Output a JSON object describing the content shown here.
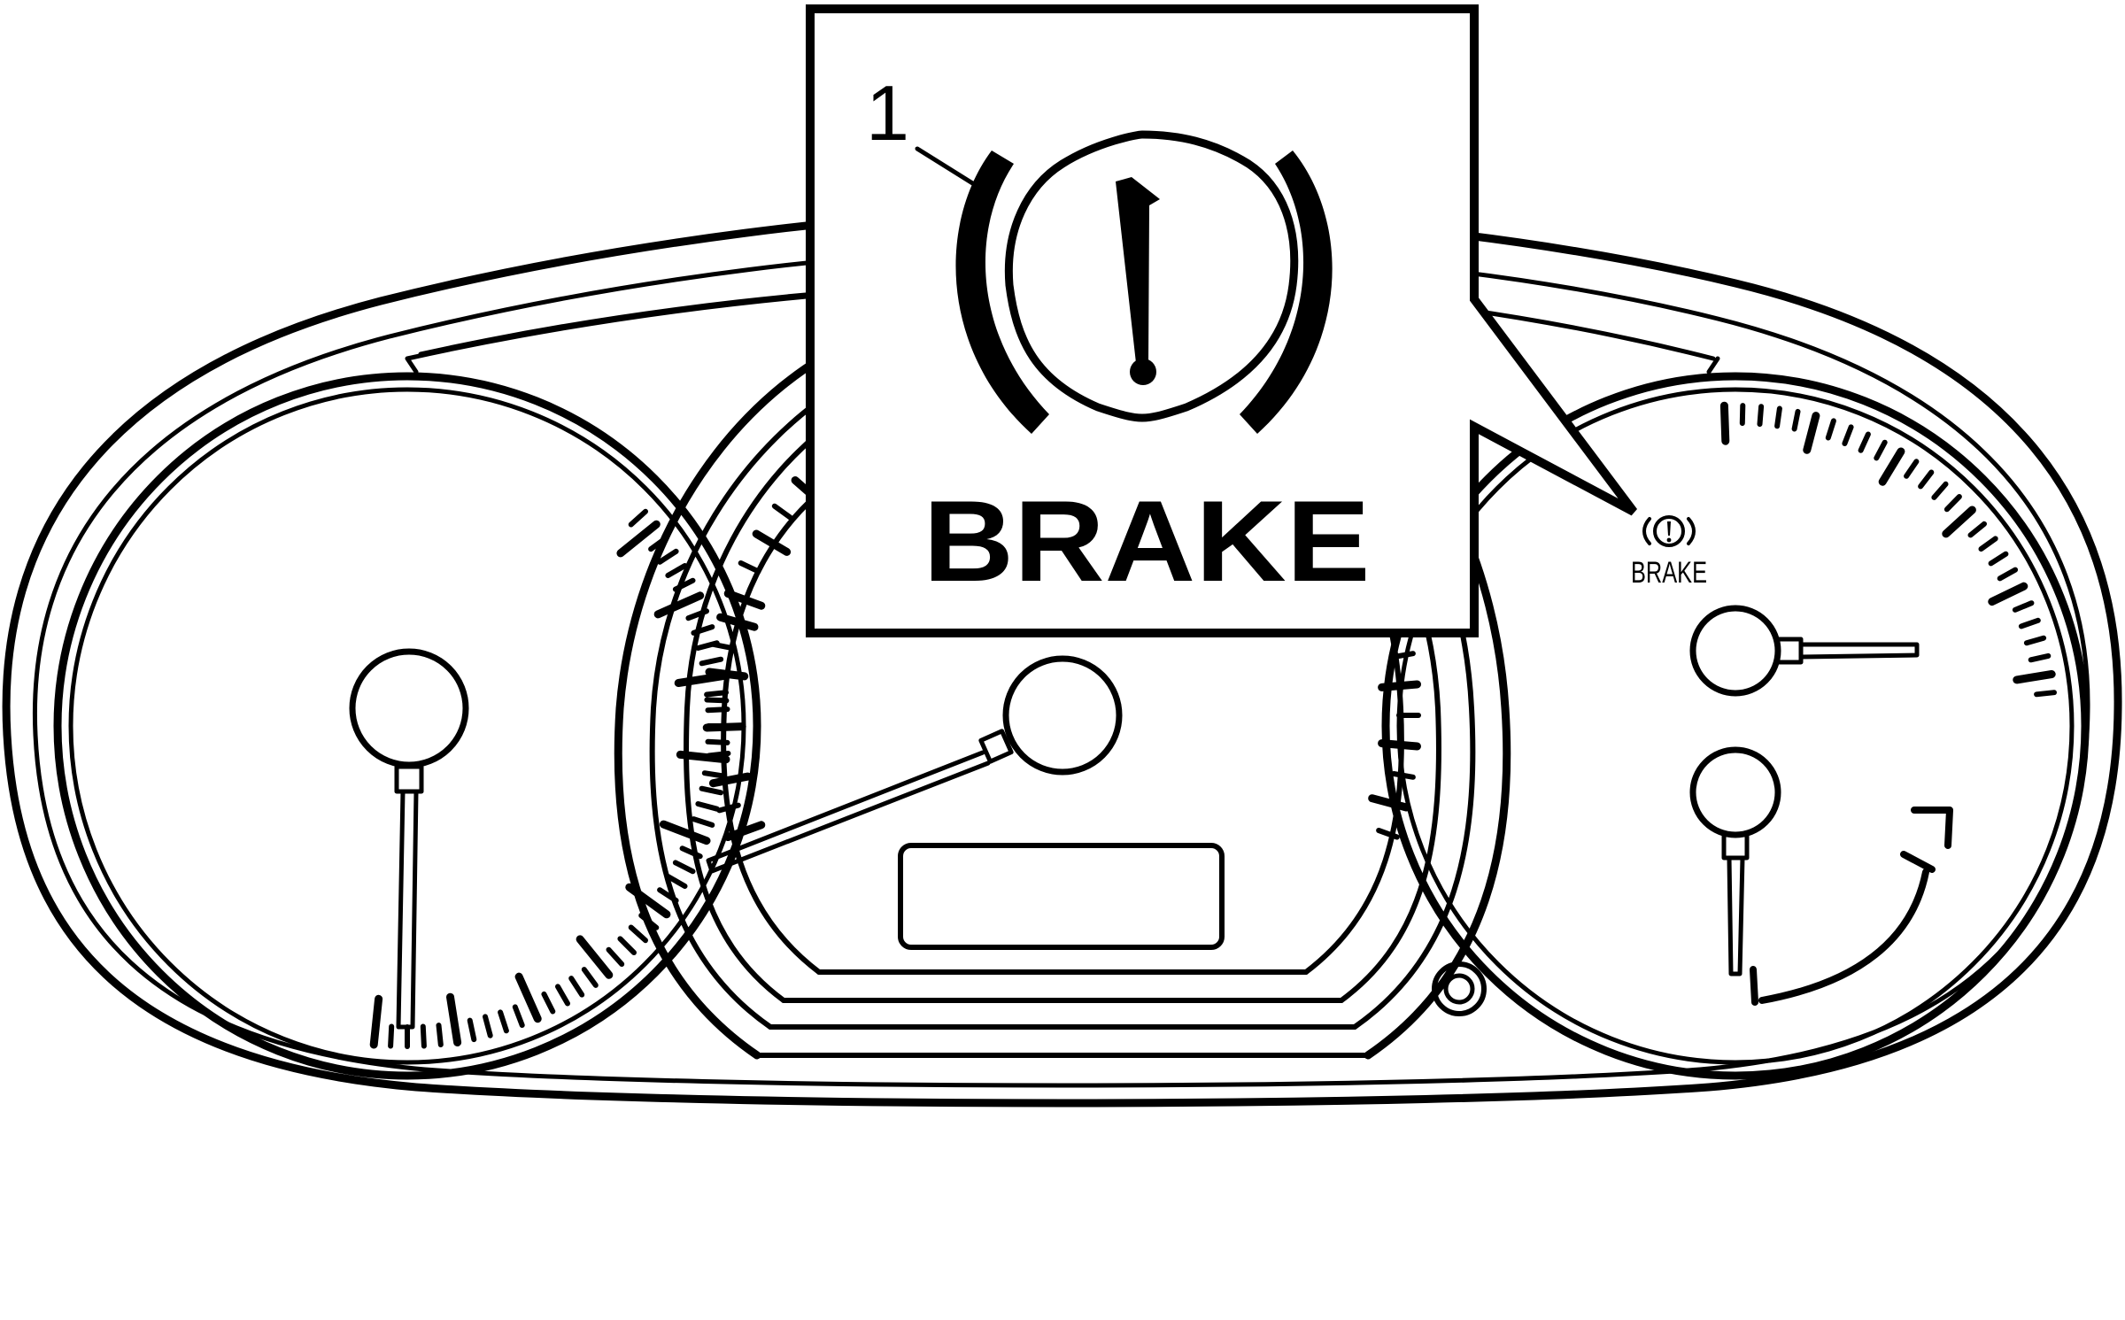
{
  "callout": {
    "number": "1",
    "label": "BRAKE",
    "icon": "brake-warning-icon"
  },
  "cluster_indicator": {
    "label": "BRAKE",
    "icon": "brake-warning-icon"
  },
  "colors": {
    "line": "#000000",
    "background": "#ffffff"
  }
}
